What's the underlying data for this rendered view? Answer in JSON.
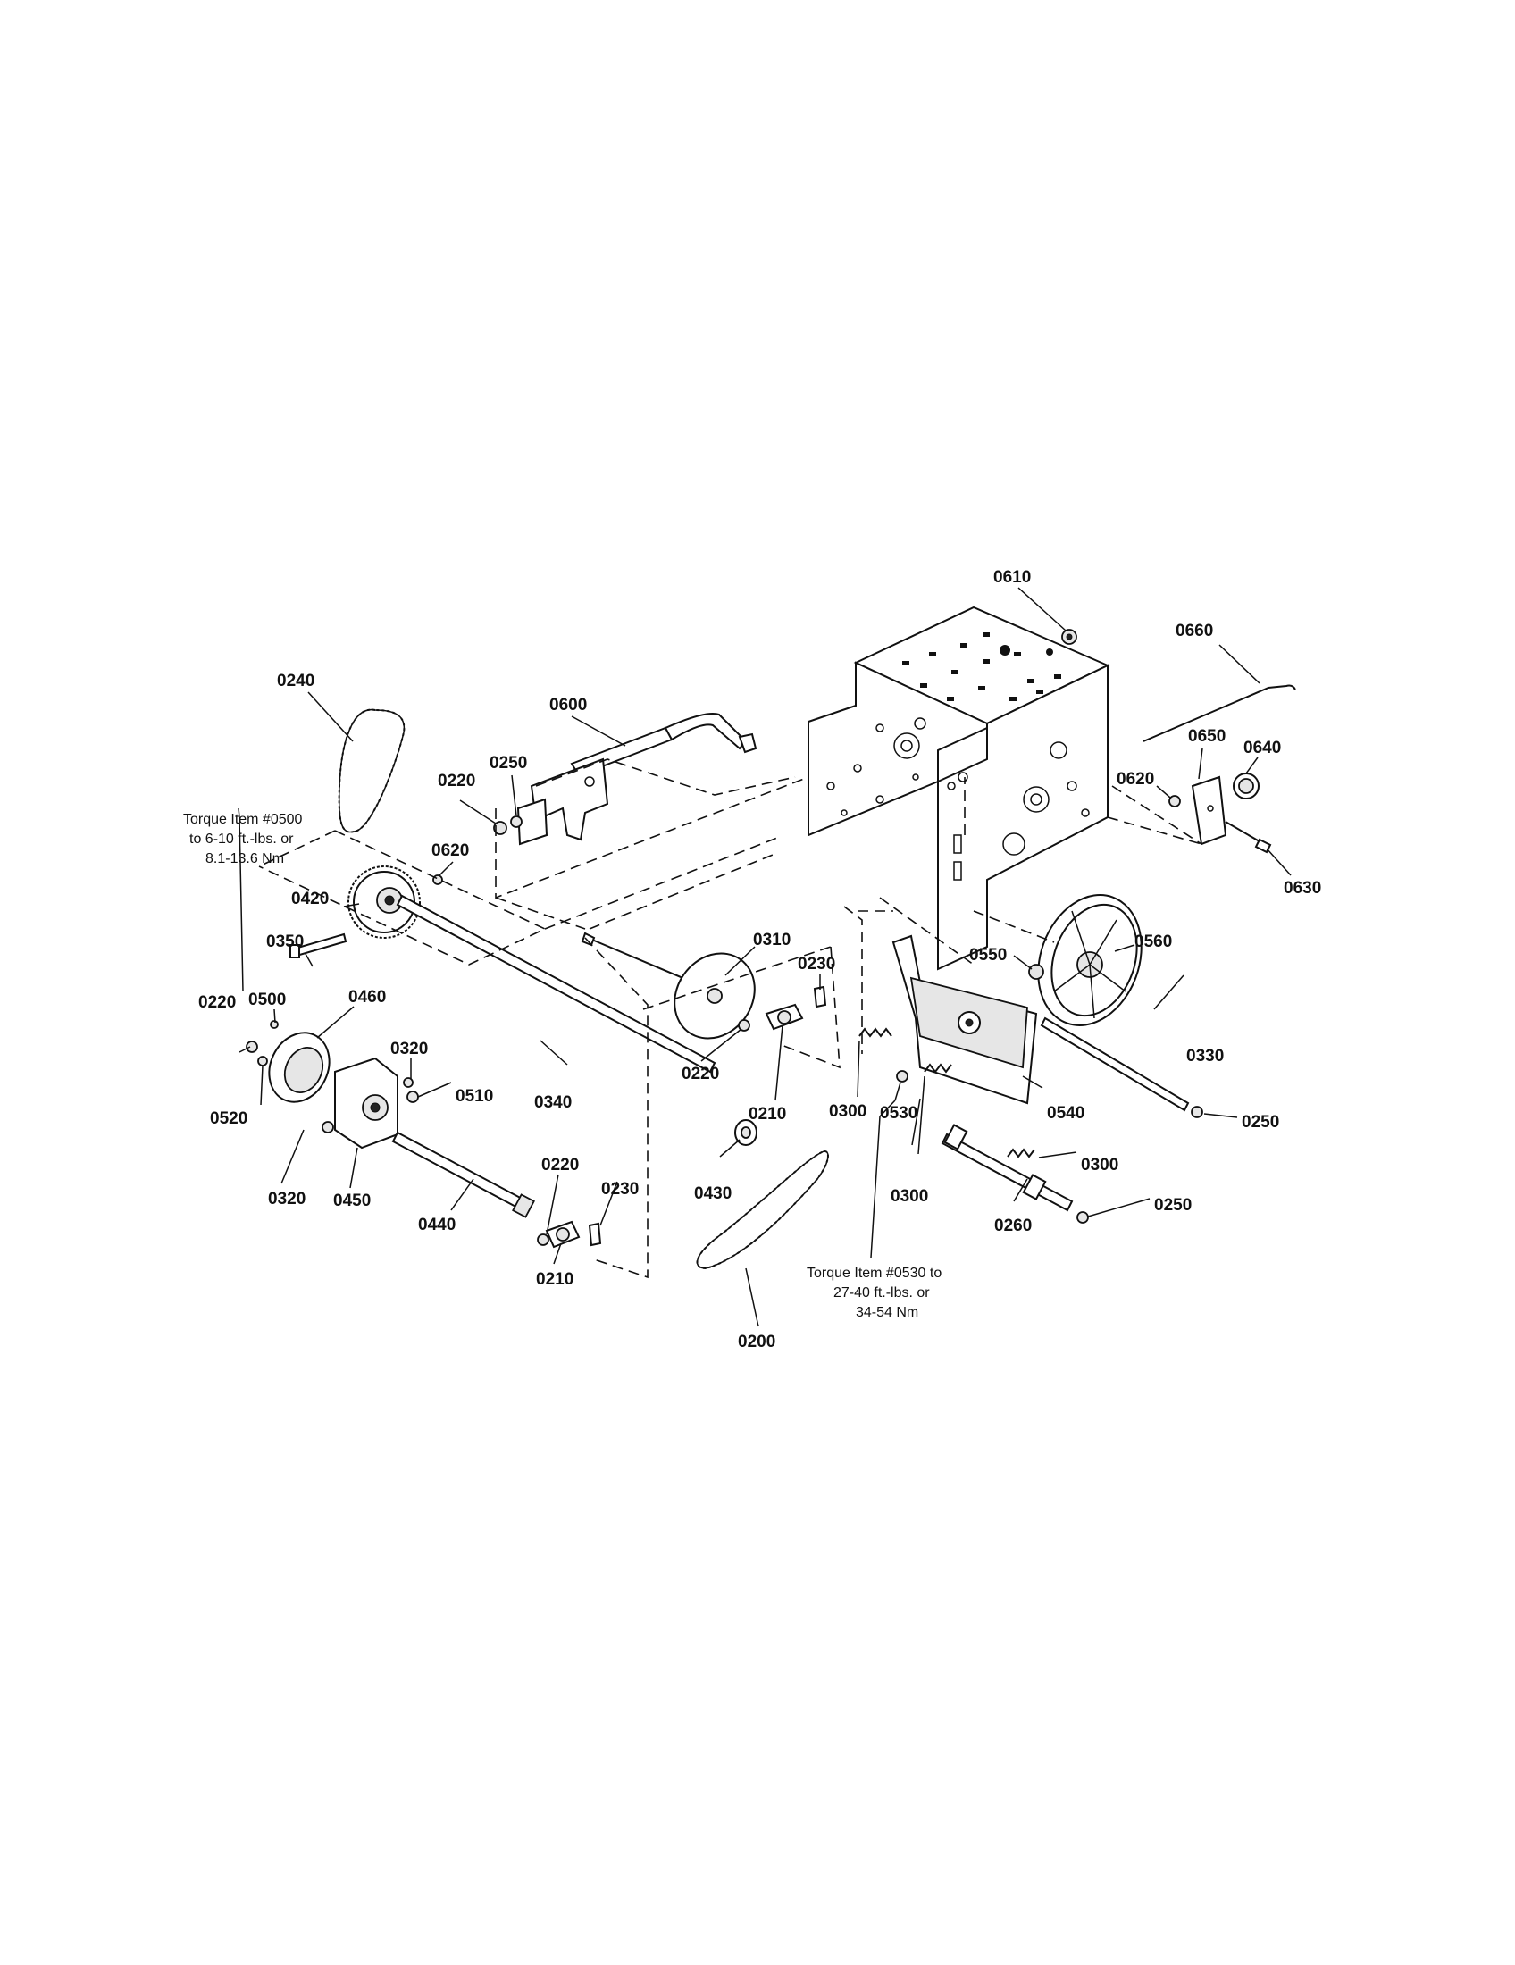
{
  "parts": [
    {
      "id": "p0610",
      "label": "0610"
    },
    {
      "id": "p0660",
      "label": "0660"
    },
    {
      "id": "p0240",
      "label": "0240"
    },
    {
      "id": "p0600",
      "label": "0600"
    },
    {
      "id": "p0250a",
      "label": "0250"
    },
    {
      "id": "p0220a",
      "label": "0220"
    },
    {
      "id": "p0650",
      "label": "0650"
    },
    {
      "id": "p0640",
      "label": "0640"
    },
    {
      "id": "p0620a",
      "label": "0620"
    },
    {
      "id": "p0630",
      "label": "0630"
    },
    {
      "id": "p0620b",
      "label": "0620"
    },
    {
      "id": "p0420",
      "label": "0420"
    },
    {
      "id": "p0350",
      "label": "0350"
    },
    {
      "id": "p0310",
      "label": "0310"
    },
    {
      "id": "p0560",
      "label": "0560"
    },
    {
      "id": "p0500",
      "label": "0500"
    },
    {
      "id": "p0460",
      "label": "0460"
    },
    {
      "id": "p0220b",
      "label": "0220"
    },
    {
      "id": "p0230a",
      "label": "0230"
    },
    {
      "id": "p0550",
      "label": "0550"
    },
    {
      "id": "p0330",
      "label": "0330"
    },
    {
      "id": "p0220c",
      "label": "0220"
    },
    {
      "id": "p0320a",
      "label": "0320"
    },
    {
      "id": "p0510",
      "label": "0510"
    },
    {
      "id": "p0340",
      "label": "0340"
    },
    {
      "id": "p0210a",
      "label": "0210"
    },
    {
      "id": "p0520",
      "label": "0520"
    },
    {
      "id": "p0540",
      "label": "0540"
    },
    {
      "id": "p0300a",
      "label": "0300"
    },
    {
      "id": "p0530",
      "label": "0530"
    },
    {
      "id": "p0250b",
      "label": "0250"
    },
    {
      "id": "p0300b",
      "label": "0300"
    },
    {
      "id": "p0220d",
      "label": "0220"
    },
    {
      "id": "p0230b",
      "label": "0230"
    },
    {
      "id": "p0430",
      "label": "0430"
    },
    {
      "id": "p0300c",
      "label": "0300"
    },
    {
      "id": "p0320b",
      "label": "0320"
    },
    {
      "id": "p0450",
      "label": "0450"
    },
    {
      "id": "p0440",
      "label": "0440"
    },
    {
      "id": "p0250c",
      "label": "0250"
    },
    {
      "id": "p0260",
      "label": "0260"
    },
    {
      "id": "p0210b",
      "label": "0210"
    },
    {
      "id": "p0200",
      "label": "0200"
    }
  ],
  "notes": {
    "torque_0500": [
      "Torque Item #0500",
      "to 6-10 ft.-lbs. or",
      "8.1-13.6 Nm"
    ],
    "torque_0530": [
      "Torque Item #0530 to",
      "27-40 ft.-lbs. or",
      "34-54 Nm"
    ]
  }
}
